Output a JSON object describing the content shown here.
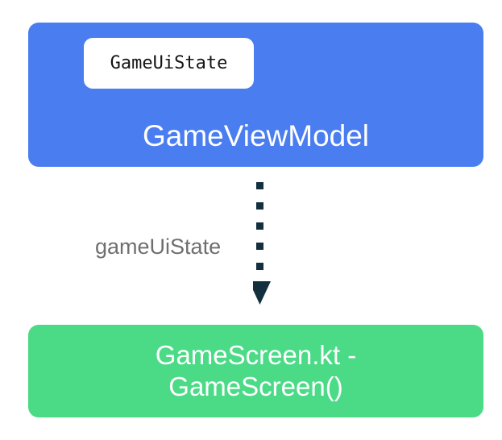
{
  "diagram": {
    "type": "flow-diagram",
    "background_color": "#ffffff",
    "nodes": [
      {
        "id": "viewmodel",
        "title": "GameViewModel",
        "fill_color": "#4a7ef0",
        "text_color": "#ffffff",
        "chip": {
          "label": "GameUiState",
          "fill_color": "#ffffff",
          "text_color": "#141414"
        }
      },
      {
        "id": "screen",
        "title": "GameScreen.kt -\nGameScreen()",
        "title_line1": "GameScreen.kt -",
        "title_line2": "GameScreen()",
        "fill_color": "#4bdb87",
        "text_color": "#ffffff"
      }
    ],
    "connector": {
      "label": "gameUiState",
      "label_color": "#6f6f6f",
      "line_color": "#14303f",
      "style": "dotted",
      "dot_count": 5,
      "arrow_direction": "down",
      "from": "viewmodel",
      "to": "screen"
    }
  }
}
